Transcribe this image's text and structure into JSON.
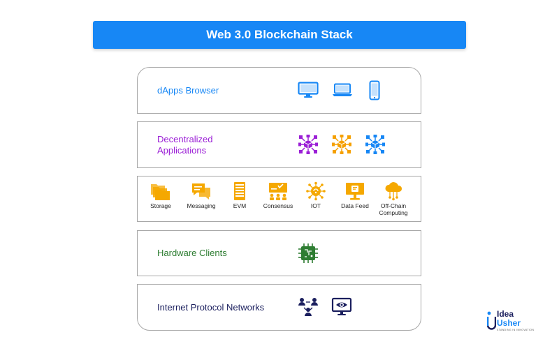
{
  "title": "Web 3.0 Blockchain Stack",
  "colors": {
    "title_bg": "#1787f5",
    "browser": "#1787f5",
    "dapps": "#9b1fd6",
    "middleware": "#f5a800",
    "hardware": "#2e7d32",
    "network": "#1b1f5e"
  },
  "layers": [
    {
      "label": "dApps Browser",
      "icons": [
        "desktop-monitor-icon",
        "laptop-icon",
        "smartphone-icon"
      ]
    },
    {
      "label": "Decentralized\nApplications",
      "icons": [
        "network-cube-icon-purple",
        "network-cube-icon-orange",
        "network-cube-icon-blue"
      ]
    },
    {
      "items": [
        {
          "label": "Storage",
          "icon": "folders-icon"
        },
        {
          "label": "Messaging",
          "icon": "chat-bubbles-icon"
        },
        {
          "label": "EVM",
          "icon": "server-rack-icon"
        },
        {
          "label": "Consensus",
          "icon": "consensus-board-icon"
        },
        {
          "label": "IOT",
          "icon": "iot-hub-icon"
        },
        {
          "label": "Data Feed",
          "icon": "monitor-feed-icon"
        },
        {
          "label": "Off-Chain\nComputing",
          "icon": "cloud-network-icon"
        }
      ]
    },
    {
      "label": "Hardware Clients",
      "icons": [
        "microchip-icon"
      ]
    },
    {
      "label": "Internet Protocol Networks",
      "icons": [
        "connected-users-icon",
        "eye-monitor-icon"
      ]
    }
  ],
  "logo": {
    "line1": "Idea",
    "line2": "Usher",
    "tagline": "STANDING IN INNOVATION"
  }
}
